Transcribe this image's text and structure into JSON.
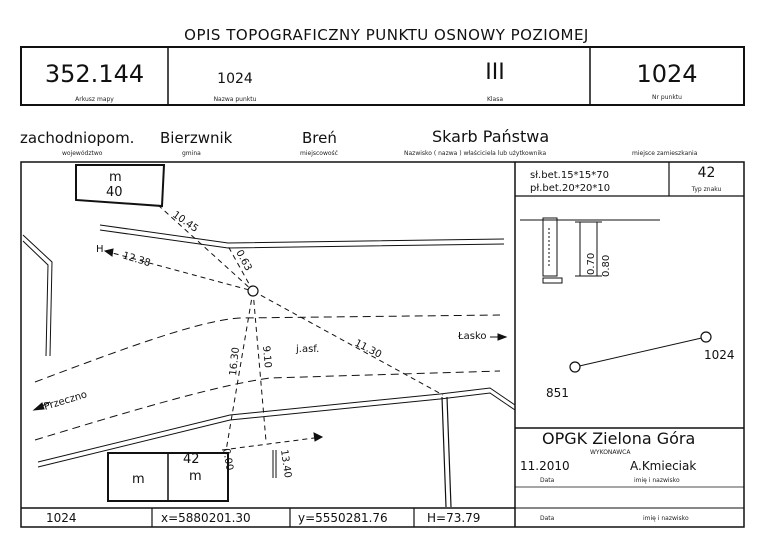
{
  "title": "OPIS TOPOGRAFICZNY PUNKTU OSNOWY POZIOMEJ",
  "header": {
    "map_sheet": "352.144",
    "map_sheet_label": "Arkusz mapy",
    "point_name": "1024",
    "point_name_label": "Nazwa punktu",
    "class": "III",
    "class_label": "Klasa",
    "point_no": "1024",
    "point_no_label": "Nr punktu"
  },
  "location": {
    "voivodeship": "zachodniopom.",
    "voivodeship_label": "województwo",
    "commune": "Bierzwnik",
    "commune_label": "gmina",
    "town": "Breń",
    "town_label": "miejscowość",
    "owner": "Skarb Państwa",
    "owner_label": "Nazwisko ( nazwa ) właściciela lub użytkownika",
    "residence_label": "miejsce zamieszkania"
  },
  "marker": {
    "stone_line1": "sł.bet.15*15*70",
    "stone_line2": "pł.bet.20*20*10",
    "type_no": "42",
    "type_label": "Typ znaku",
    "dim1": "0.70",
    "dim2": "0.80"
  },
  "sketch": {
    "building_top_m": "m",
    "building_top_num": "40",
    "building_bottom_num": "42",
    "building_bottom_m_left": "m",
    "building_bottom_m_right": "m",
    "d_10_45": "10.45",
    "d_12_38": "12.38",
    "d_0_63": "0.63",
    "d_11_30": "11.30",
    "d_16_30": "16.30",
    "d_9_10": "9.10",
    "d_0_00": "0.00",
    "d_13_40": "13.40",
    "road_surface": "j.asf.",
    "dir_lasko": "Łasko",
    "dir_przeczno": "Przeczno",
    "h_label": "H"
  },
  "orientation": {
    "point_a": "1024",
    "point_b": "851"
  },
  "contractor": {
    "name": "OPGK Zielona Góra",
    "label": "WYKONAWCA",
    "date": "11.2010",
    "date_label": "Data",
    "person": "A.Kmieciak",
    "person_label": "imię i nazwisko",
    "date2_label": "Data",
    "person2_label": "imię i nazwisko"
  },
  "coords": {
    "point": "1024",
    "x": "x=5880201.30",
    "y": "y=5550281.76",
    "h": "H=73.79"
  }
}
